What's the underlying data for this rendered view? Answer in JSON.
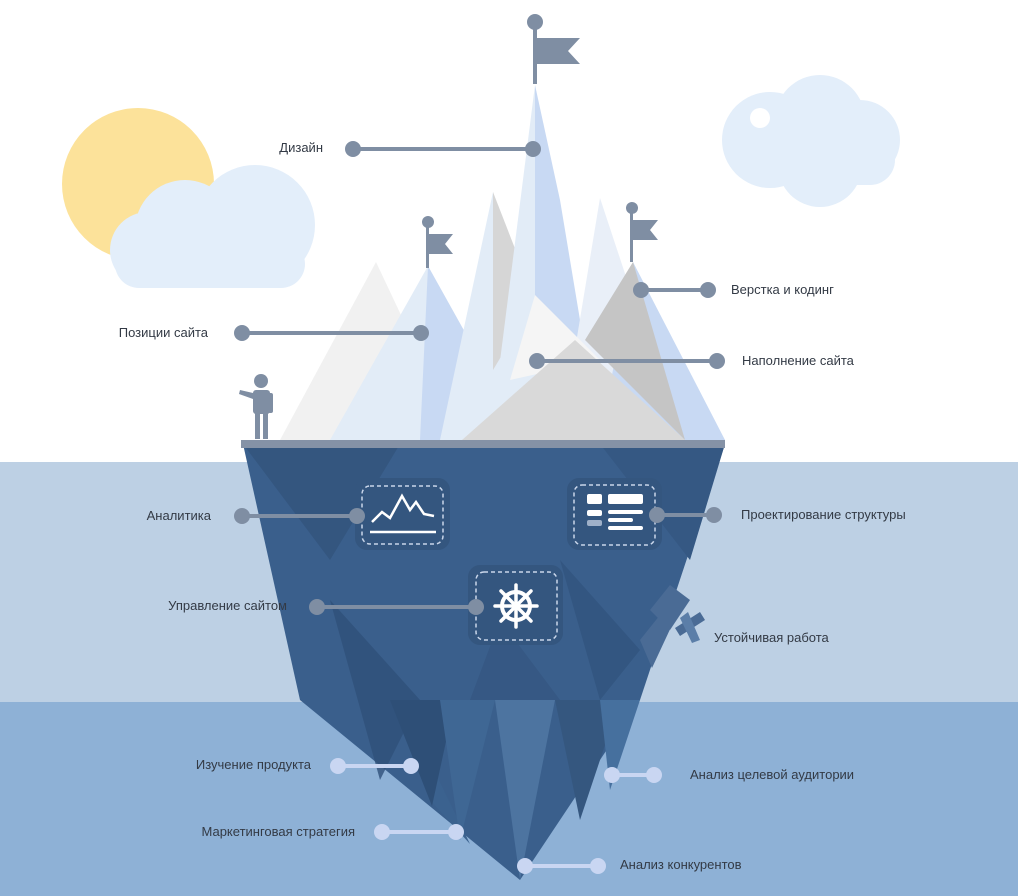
{
  "colors": {
    "sky": "#ffffff",
    "water_upper": "#bdd0e4",
    "water_lower": "#8eb1d6",
    "iceberg_underwater": "#3a5f8c",
    "connector_above": "#7f8ea3",
    "connector_mid": "#7f8ea3",
    "connector_deep": "#c9d6f2",
    "sun": "#fce29a",
    "cloud": "#e3eefa",
    "person": "#7f8ea3"
  },
  "labels_above": {
    "design": "Дизайн",
    "site_positions": "Позиции сайта",
    "layout_coding": "Верстка и кодинг",
    "site_content": "Наполнение сайта"
  },
  "labels_middle": {
    "analytics": "Аналитика",
    "structure_design": "Проектирование структуры",
    "site_management": "Управление сайтом",
    "stable_operation": "Устойчивая работа"
  },
  "labels_deep": {
    "product_study": "Изучение продукта",
    "marketing_strategy": "Маркетинговая стратегия",
    "target_audience": "Анализ целевой аудитории",
    "competitor_analysis": "Анализ конкурентов"
  },
  "icons": {
    "analytics": "chart-line-icon",
    "structure": "layout-blocks-icon",
    "management": "ship-wheel-icon",
    "stable": "satellite-icon",
    "flag": "flag-icon",
    "person": "person-icon",
    "sun": "sun-icon",
    "cloud": "cloud-icon"
  }
}
